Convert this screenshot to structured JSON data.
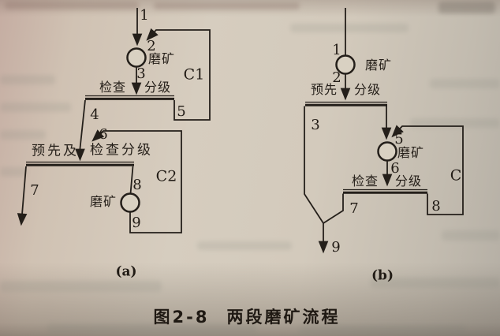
{
  "colors": {
    "paper": "#d5ccbe",
    "ink": "#241f1a"
  },
  "figure": {
    "caption_number": "图2-8",
    "caption_title": "两段磨矿流程",
    "diagram_a": {
      "tag": "(a)",
      "mill1_label": "磨矿",
      "mill2_label": "磨矿",
      "classifier1_left": "检查",
      "classifier1_right": "分级",
      "classifier2_left": "预先及",
      "classifier2_right": "检查分级",
      "loop1_label": "C1",
      "loop2_label": "C2",
      "streams": {
        "s1": "1",
        "s2": "2",
        "s3": "3",
        "s4": "4",
        "s5": "5",
        "s6": "6",
        "s7": "7",
        "s8": "8",
        "s9": "9"
      }
    },
    "diagram_b": {
      "tag": "(b)",
      "mill1_label": "磨矿",
      "mill2_label": "磨矿",
      "classifier1_left": "预先",
      "classifier1_right": "分级",
      "classifier2_left": "检查",
      "classifier2_right": "分级",
      "loop_label": "C",
      "streams": {
        "s1": "1",
        "s2": "2",
        "s3": "3",
        "s5": "5",
        "s6": "6",
        "s7": "7",
        "s8": "8",
        "s9": "9"
      }
    }
  }
}
